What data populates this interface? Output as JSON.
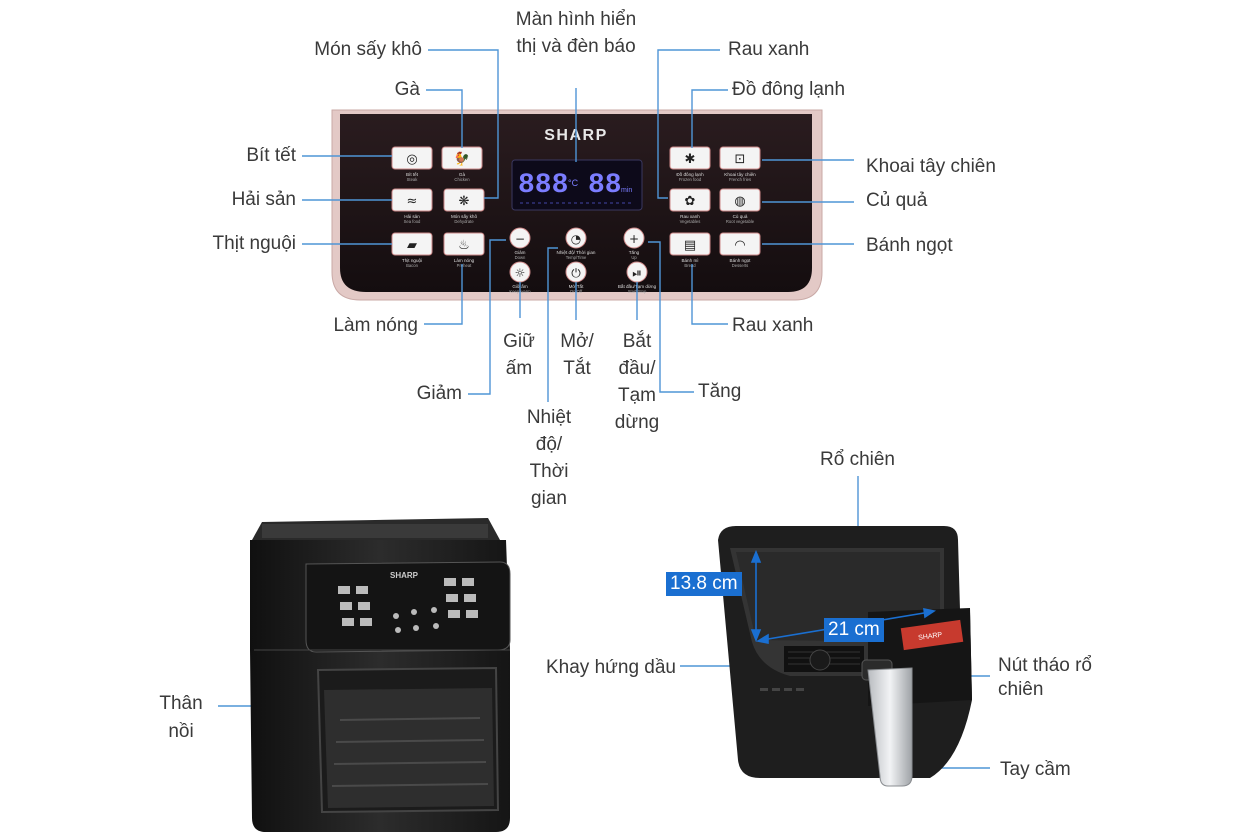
{
  "panel": {
    "brand": "SHARP",
    "display_temp": "888",
    "display_temp_unit": "°C",
    "display_time": "88",
    "display_time_unit": "min",
    "buttons": [
      {
        "name": "Bít tết",
        "sub": "Steak"
      },
      {
        "name": "Gà",
        "sub": "Chicken"
      },
      {
        "name": "Hải sản",
        "sub": "Sea food"
      },
      {
        "name": "Món sấy khô",
        "sub": "Dehydrate"
      },
      {
        "name": "Thịt nguội",
        "sub": "Bacon"
      },
      {
        "name": "Làm nóng",
        "sub": "Preheat"
      },
      {
        "name": "Giảm",
        "sub": "Down"
      },
      {
        "name": "Nhiệt độ/ Thời gian",
        "sub": "Temp/Time"
      },
      {
        "name": "Tăng",
        "sub": "Up"
      },
      {
        "name": "Giữ ấm",
        "sub": "Keep warm"
      },
      {
        "name": "Mở/Tắt",
        "sub": "On/Off"
      },
      {
        "name": "Bắt đầu/Tạm dừng",
        "sub": "Start/Stop"
      },
      {
        "name": "Đồ đông lạnh",
        "sub": "Frozen food"
      },
      {
        "name": "Khoai tây chiên",
        "sub": "French fries"
      },
      {
        "name": "Rau xanh",
        "sub": "Vegetables"
      },
      {
        "name": "Củ quả",
        "sub": "Root vegetable"
      },
      {
        "name": "Bánh mì",
        "sub": "Bread"
      },
      {
        "name": "Bánh ngọt",
        "sub": "Desserts"
      }
    ]
  },
  "labels": {
    "man_hinh": "Màn hình hiển thị và đèn báo",
    "mon_say_kho": "Món sấy khô",
    "ga": "Gà",
    "bit_tet": "Bít tết",
    "hai_san": "Hải sản",
    "thit_nguoi": "Thịt nguội",
    "lam_nong": "Làm nóng",
    "giam": "Giảm",
    "giu_am": "Giữ ấm",
    "mo_tat": "Mở/ Tắt",
    "bat_dau": "Bắt đầu/ Tạm dừng",
    "nhiet_do": "Nhiệt độ/ Thời gian",
    "tang": "Tăng",
    "rau_xanh_top": "Rau xanh",
    "do_dong_lanh": "Đồ đông lạnh",
    "khoai_tay": "Khoai tây chiên",
    "cu_qua": "Củ quả",
    "banh_ngot": "Bánh ngọt",
    "rau_xanh_bottom": "Rau xanh",
    "ro_chien": "Rổ chiên",
    "khay_hung_dau": "Khay hứng dầu",
    "nut_thao": "Nút tháo rổ chiên",
    "tay_cam": "Tay cầm",
    "than_noi": "Thân nồi",
    "height_dim": "13.8 cm",
    "width_dim": "21 cm"
  },
  "colors": {
    "leader": "#4f95d6",
    "panel_bg": "#1c1416",
    "panel_trim": "#d9b4b1",
    "display": "#6a6cff",
    "dim_bg": "#1a6fd1"
  }
}
